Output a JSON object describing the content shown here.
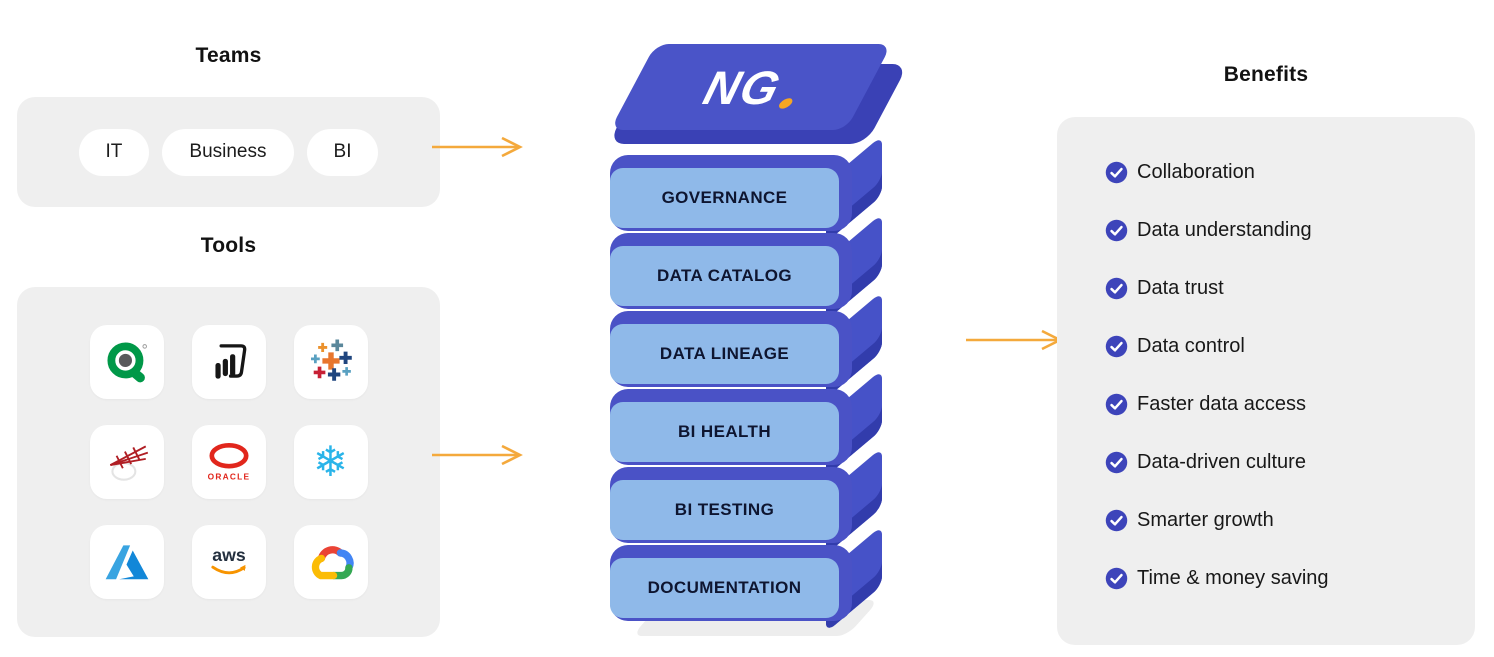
{
  "teams": {
    "title": "Teams",
    "items": [
      "IT",
      "Business",
      "BI"
    ]
  },
  "tools": {
    "title": "Tools",
    "icons": [
      "qlik",
      "power-bi",
      "tableau",
      "sql-server",
      "oracle",
      "snowflake",
      "azure",
      "aws",
      "google-cloud"
    ],
    "oracle_label": "ORACLE",
    "aws_label": "aws",
    "snowflake_glyph": "❄"
  },
  "tower": {
    "logo_text": "NG",
    "layers": [
      "GOVERNANCE",
      "DATA CATALOG",
      "DATA LINEAGE",
      "BI HEALTH",
      "BI TESTING",
      "DOCUMENTATION"
    ]
  },
  "benefits": {
    "title": "Benefits",
    "items": [
      "Collaboration",
      "Data understanding",
      "Data trust",
      "Data control",
      "Faster data access",
      "Data-driven culture",
      "Smarter growth",
      "Time & money saving"
    ]
  },
  "colors": {
    "accent_orange": "#F4A93C",
    "logo_dot_orange": "#F5A623",
    "tower_indigo": "#4A52C6",
    "tower_depth_indigo": "#3A41B5",
    "tower_side_dark": "#323CAC",
    "tower_light_blue": "#8FB9E9",
    "layer_label_navy": "#0E1530",
    "check_indigo": "#3D44BA",
    "panel_gray": "#EFEFEF",
    "background": "#FFFFFF"
  }
}
